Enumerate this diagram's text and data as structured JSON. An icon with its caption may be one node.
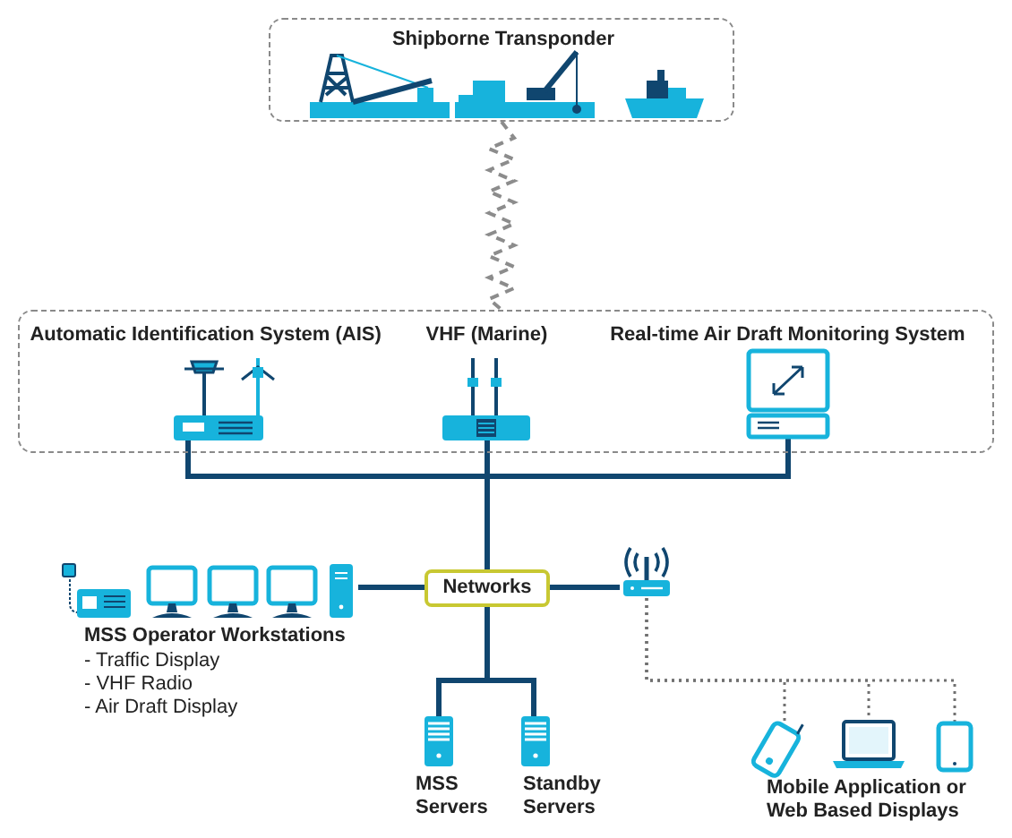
{
  "diagram": {
    "nodes": [
      {
        "text": [
          "Shipborne Transponder"
        ]
      },
      {
        "text": [],
        "shape": "box"
      },
      {
        "text": [
          "Automatic Identification System (AIS)"
        ],
        "in": 1
      },
      {
        "text": [
          "VHF (Marine)"
        ],
        "in": 1
      },
      {
        "text": [
          "Real-time Air Draft Monitoring System"
        ],
        "in": 1
      },
      {
        "text": [
          "Networks"
        ]
      },
      {
        "text": [
          "MSS Operator Workstations",
          "- Traffic Display",
          "- VHF Radio",
          "- Air Draft Display"
        ]
      },
      {
        "text": [],
        "shape": "router"
      },
      {
        "text": [
          "MSS Servers"
        ]
      },
      {
        "text": [
          "Standby Servers"
        ]
      },
      {
        "text": [],
        "shape": "phone"
      },
      {
        "text": [],
        "shape": "laptop"
      },
      {
        "text": [],
        "shape": "tablet"
      }
    ],
    "edges": [
      {
        "from": 0,
        "to": 1,
        "arrow": "none",
        "style": "dashed",
        "color": "#8c8c8c"
      },
      {
        "from": 2,
        "to": 5,
        "arrow": "none"
      },
      {
        "from": 3,
        "to": 5,
        "arrow": "none"
      },
      {
        "from": 4,
        "to": 5,
        "arrow": "none"
      },
      {
        "from": 6,
        "to": 5,
        "arrow": "none"
      },
      {
        "from": 5,
        "to": 7,
        "arrow": "none"
      },
      {
        "from": 5,
        "to": 8,
        "arrow": "none"
      },
      {
        "from": 5,
        "to": 9,
        "arrow": "none"
      },
      {
        "from": 7,
        "to": 10,
        "arrow": "none",
        "style": "dashed",
        "color": "#707070"
      },
      {
        "from": 7,
        "to": 11,
        "arrow": "none",
        "style": "dashed",
        "color": "#707070"
      },
      {
        "from": 7,
        "to": 12,
        "arrow": "none",
        "style": "dashed",
        "color": "#707070"
      }
    ],
    "labels": [
      "Mobile Application or Web Based Displays"
    ]
  }
}
